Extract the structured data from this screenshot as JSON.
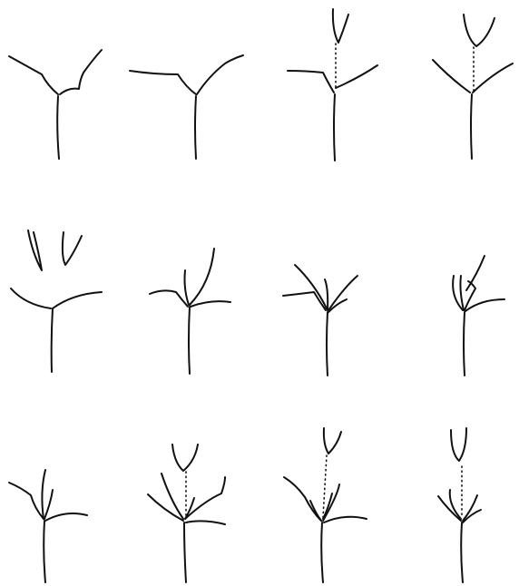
{
  "figure": {
    "rows": 3,
    "columns": 4,
    "panel_count": 12,
    "line_color": "#111111",
    "background": "#ffffff"
  },
  "panels": [
    {
      "name": "panel-1",
      "dotted_axis": false,
      "detached_parts": 0
    },
    {
      "name": "panel-2",
      "dotted_axis": false,
      "detached_parts": 0
    },
    {
      "name": "panel-3",
      "dotted_axis": true,
      "detached_parts": 1
    },
    {
      "name": "panel-4",
      "dotted_axis": true,
      "detached_parts": 1
    },
    {
      "name": "panel-5",
      "dotted_axis": false,
      "detached_parts": 2
    },
    {
      "name": "panel-6",
      "dotted_axis": false,
      "detached_parts": 0
    },
    {
      "name": "panel-7",
      "dotted_axis": false,
      "detached_parts": 0
    },
    {
      "name": "panel-8",
      "dotted_axis": false,
      "detached_parts": 0
    },
    {
      "name": "panel-9",
      "dotted_axis": false,
      "detached_parts": 0
    },
    {
      "name": "panel-10",
      "dotted_axis": true,
      "detached_parts": 1
    },
    {
      "name": "panel-11",
      "dotted_axis": true,
      "detached_parts": 1
    },
    {
      "name": "panel-12",
      "dotted_axis": true,
      "detached_parts": 1
    }
  ]
}
